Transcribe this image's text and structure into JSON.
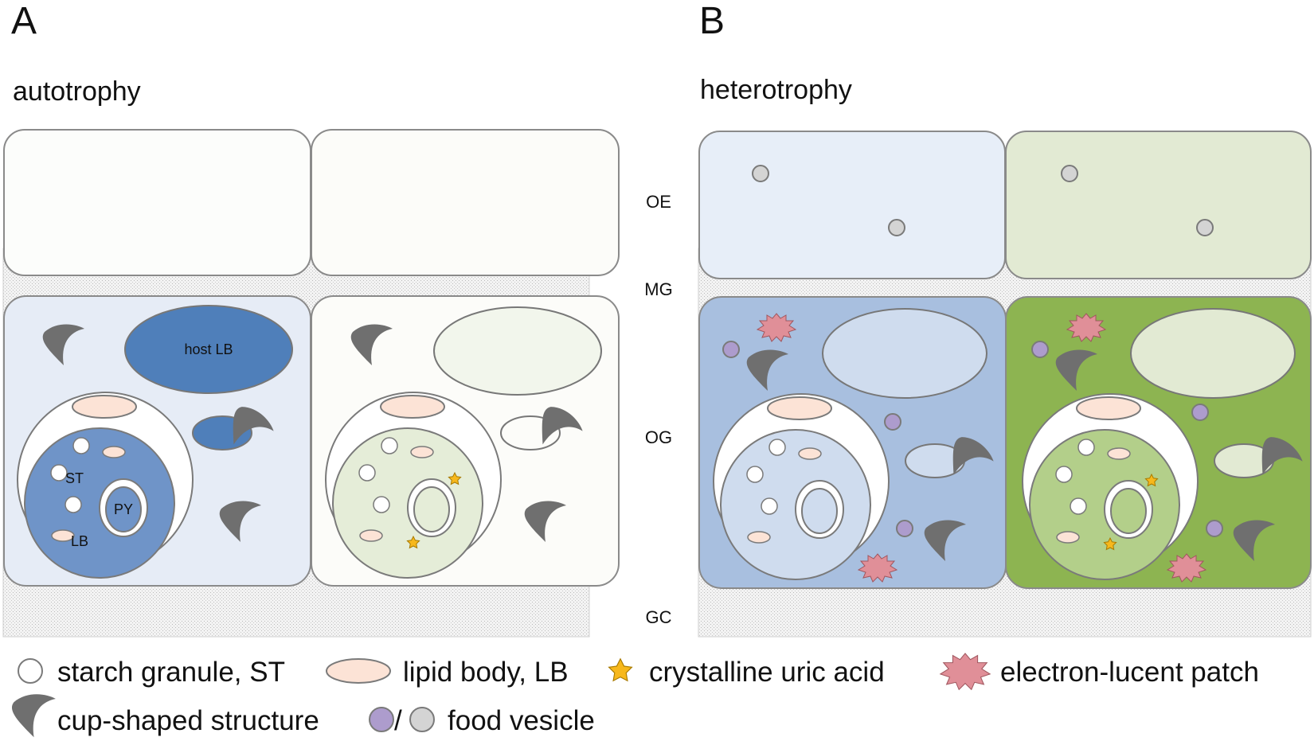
{
  "panels": {
    "a": {
      "letter": "A",
      "condition": "autotrophy"
    },
    "b": {
      "letter": "B",
      "condition": "heterotrophy"
    }
  },
  "layers": {
    "oe": "OE",
    "mg": "MG",
    "og": "OG",
    "gc": "GC"
  },
  "labels": {
    "host_lb": "host LB",
    "st": "ST",
    "py": "PY",
    "lb": "LB"
  },
  "legend": {
    "starch": "starch granule, ST",
    "lipid": "lipid body, LB",
    "uric": "crystalline uric acid",
    "patch": "electron-lucent patch",
    "cup": "cup-shaped structure",
    "slash": "/",
    "vesicle": "food vesicle"
  },
  "colors": {
    "a_blue_cell": "#e6ecf6",
    "a_blue_organelle": "#4f7fba",
    "a_blue_symbiont": "#6f94c8",
    "a_white_cell": "#fcfcf9",
    "a_white_symbiont": "#e5edd8",
    "b_blue_oe": "#e7eef8",
    "b_blue_og": "#a8bfdf",
    "b_blue_symbiont": "#cfdcee",
    "b_green_oe": "#e2ead3",
    "b_green_og": "#8db451",
    "b_green_symbiont": "#b3cf8a",
    "lipid": "#fce3d6",
    "uric": "#f7b81c",
    "patch": "#e08f98",
    "purple_vesicle": "#ad9ccd",
    "grey_vesicle": "#d4d4d4",
    "cup": "#6f6f6f",
    "outline": "#7a7a7a"
  }
}
